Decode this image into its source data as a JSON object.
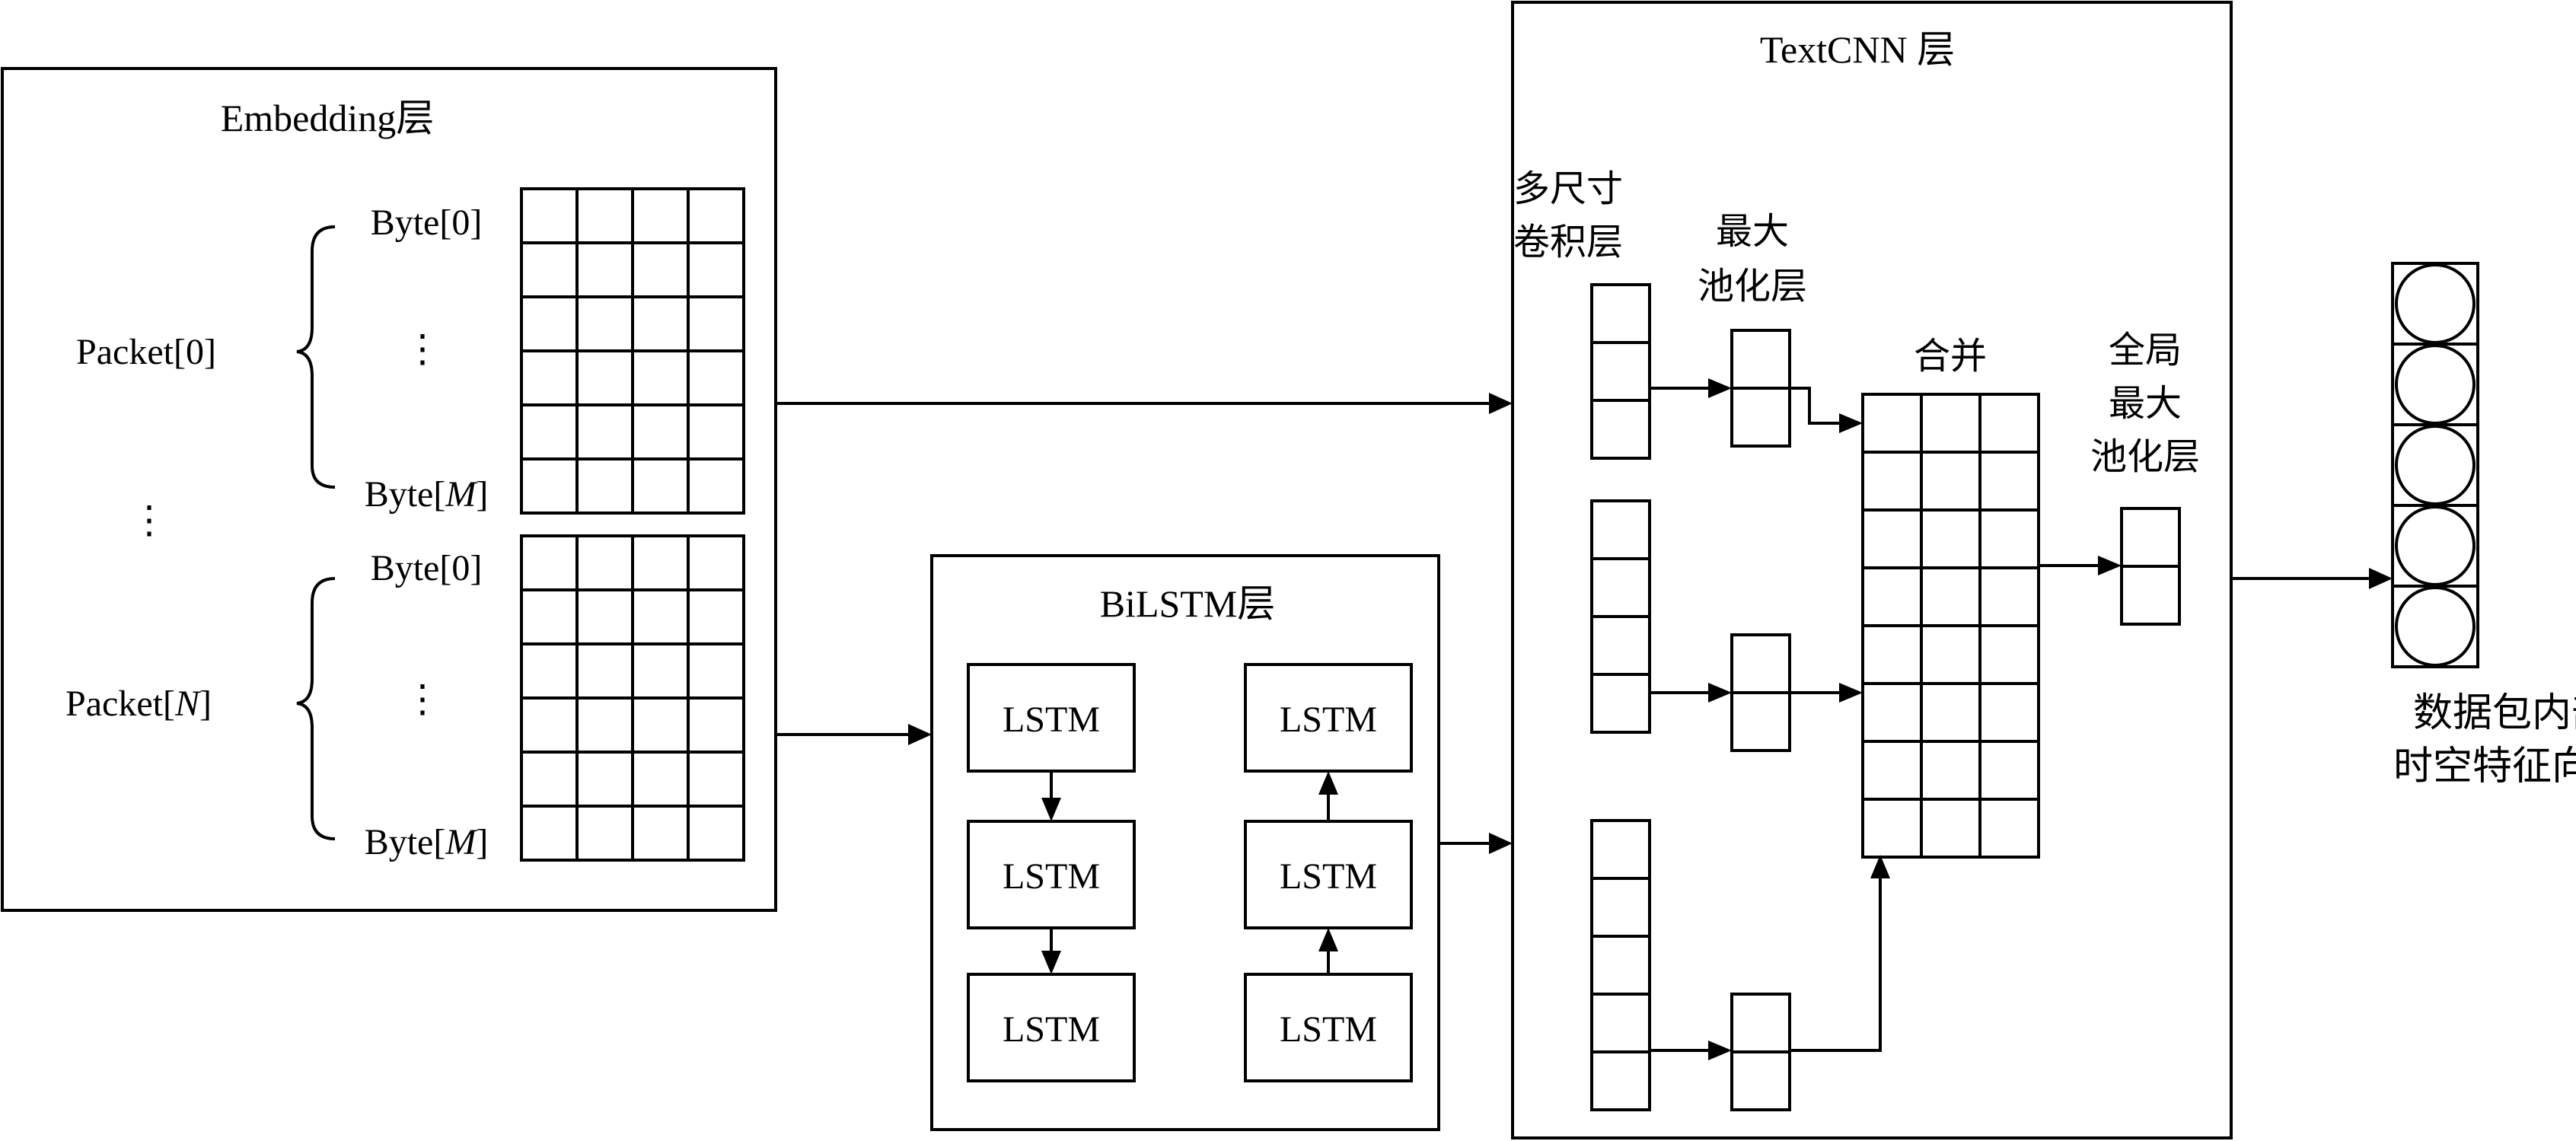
{
  "embedding": {
    "title": "Embedding层",
    "packets": [
      {
        "label": "Packet[0]",
        "byte_first": "Byte[0]",
        "byte_last_prefix": "Byte[",
        "byte_last_var": "M",
        "byte_last_suffix": "]"
      },
      {
        "label_prefix": "Packet[",
        "label_var": "N",
        "label_suffix": "]",
        "byte_first": "Byte[0]",
        "byte_last_prefix": "Byte[",
        "byte_last_var": "M",
        "byte_last_suffix": "]"
      }
    ]
  },
  "bilstm": {
    "title": "BiLSTM层",
    "cell_label": "LSTM"
  },
  "textcnn": {
    "title": "TextCNN 层",
    "conv_label": [
      "多尺寸",
      "卷积层"
    ],
    "maxpool_label": [
      "最大",
      "池化层"
    ],
    "merge_label": "合并",
    "global_pool_label": [
      "全局",
      "最大",
      "池化层"
    ]
  },
  "output": {
    "label": [
      "数据包内部",
      "时空特征向量"
    ]
  }
}
